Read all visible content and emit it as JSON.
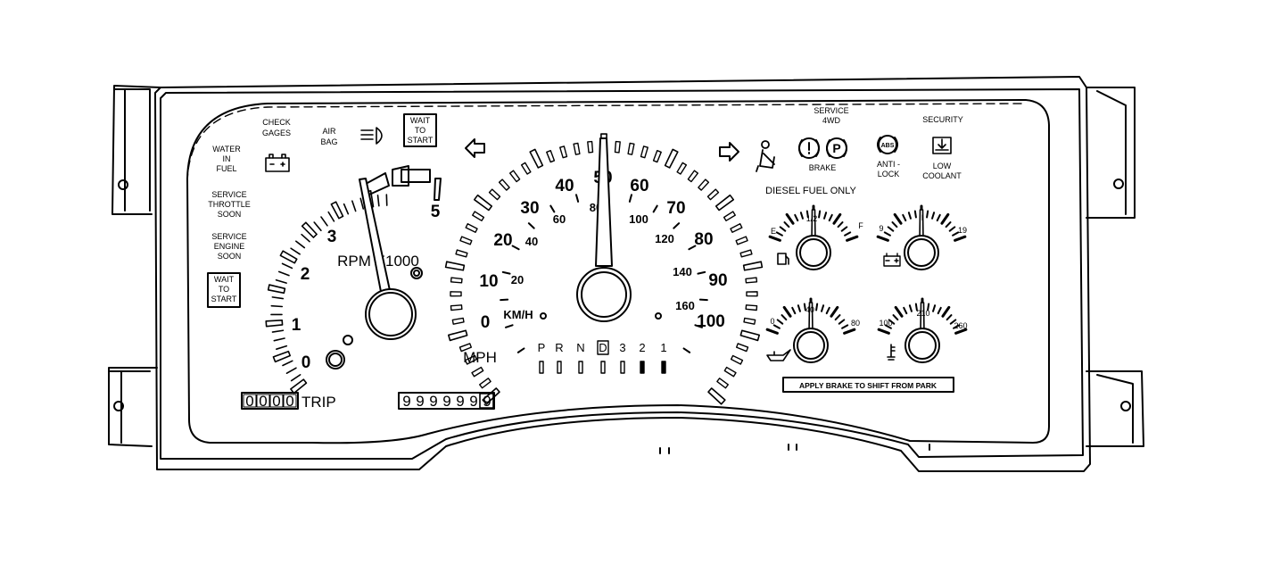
{
  "warnings": {
    "check_gages": [
      "CHECK",
      "GAGES"
    ],
    "air_bag": [
      "AIR",
      "BAG"
    ],
    "wait_to_start_top": [
      "WAIT",
      "TO",
      "START"
    ],
    "water_in_fuel": [
      "WATER",
      "IN",
      "FUEL"
    ],
    "service_throttle": [
      "SERVICE",
      "THROTTLE",
      "SOON"
    ],
    "service_engine": [
      "SERVICE",
      "ENGINE",
      "SOON"
    ],
    "wait_to_start_left": [
      "WAIT",
      "TO",
      "START"
    ],
    "service_4wd": [
      "SERVICE",
      "4WD"
    ],
    "brake": "BRAKE",
    "anti_lock": [
      "ANTI -",
      "LOCK"
    ],
    "security": "SECURITY",
    "low_coolant": [
      "LOW",
      "COOLANT"
    ],
    "abs_symbol": "ABS",
    "park_symbol": "P"
  },
  "tachometer": {
    "label": "RPM X1000",
    "numbers": [
      "0",
      "1",
      "2",
      "3",
      "5"
    ]
  },
  "speedometer": {
    "mph_numbers": [
      "0",
      "10",
      "20",
      "30",
      "40",
      "50",
      "60",
      "70",
      "80",
      "90",
      "100"
    ],
    "kmh_numbers": [
      "20",
      "40",
      "60",
      "80",
      "100",
      "120",
      "140",
      "160"
    ],
    "kmh_unit": "KM/H",
    "mph_unit": "MPH"
  },
  "gauges": {
    "header": "DIESEL FUEL ONLY",
    "fuel": {
      "min": "E",
      "max": "F",
      "mid": "1/2"
    },
    "voltmeter": {
      "min": "9",
      "max": "19",
      "mid": "I"
    },
    "oil_pressure": {
      "min": "0",
      "max": "80",
      "mid": "40"
    },
    "coolant": {
      "min": "100",
      "max": "260",
      "mid": "210"
    }
  },
  "prndl": {
    "gears": [
      "P",
      "R",
      "N",
      "D",
      "3",
      "2",
      "1"
    ],
    "selected": "D"
  },
  "trip": {
    "digits": [
      "0",
      "0",
      "0",
      "0"
    ],
    "label": "TRIP"
  },
  "odometer": {
    "digits": [
      "9",
      "9",
      "9",
      "9",
      "9",
      "9"
    ],
    "tenths": "9"
  },
  "notice": "APPLY BRAKE TO SHIFT FROM PARK"
}
